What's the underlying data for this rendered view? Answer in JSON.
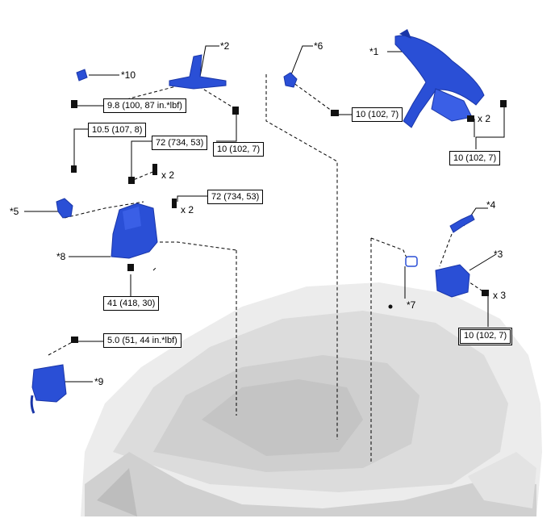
{
  "callouts": {
    "c1": "*1",
    "c2": "*2",
    "c3": "*3",
    "c4": "*4",
    "c5": "*5",
    "c6": "*6",
    "c7": "*7",
    "c8": "*8",
    "c9": "*9",
    "c10": "*10"
  },
  "torques": {
    "t10": "9.8 (100, 87 in.*lbf)",
    "t2": "10 (102, 7)",
    "t6": "10 (102, 7)",
    "t1": "10 (102, 7)",
    "t5": "10.5 (107, 8)",
    "t8a": "72 (734, 53)",
    "t8b": "72 (734, 53)",
    "t8c": "41 (418, 30)",
    "t3": "10 (102, 7)",
    "t9": "5.0 (51, 44 in.*lbf)"
  },
  "quantities": {
    "q1": "x 2",
    "q8a": "x 2",
    "q8b": "x 2",
    "q3": "x 3"
  },
  "colors": {
    "part_blue": "#2a4fd6",
    "part_blue_dark": "#1a36a8",
    "engine_gray": "#d9d9d9",
    "line": "#000000"
  }
}
